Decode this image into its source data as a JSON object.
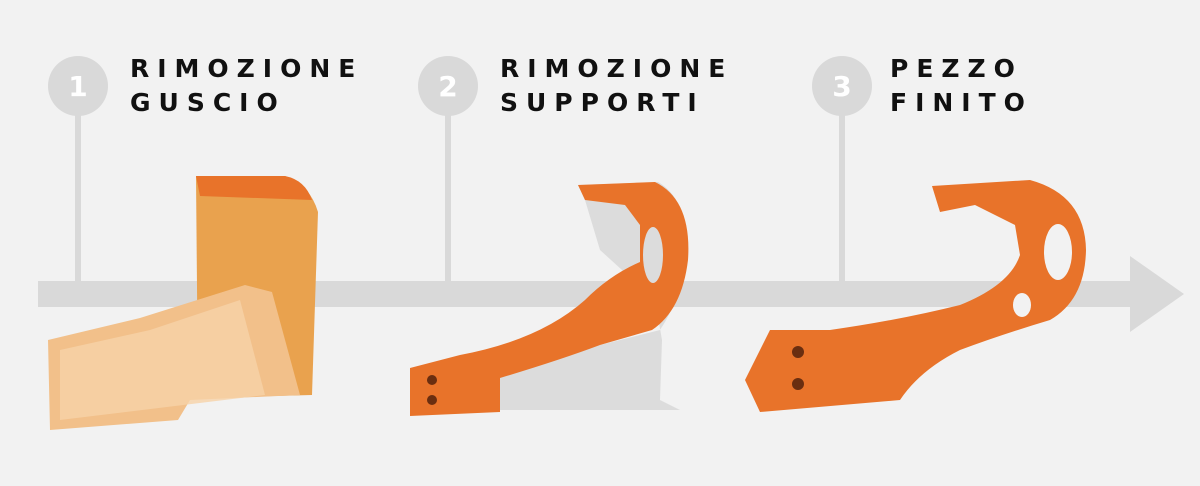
{
  "steps": [
    {
      "number": "1",
      "line1": "RIMOZIONE",
      "line2": "GUSCIO"
    },
    {
      "number": "2",
      "line1": "RIMOZIONE",
      "line2": "SUPPORTI"
    },
    {
      "number": "3",
      "line1": "PEZZO",
      "line2": "FINITO"
    }
  ],
  "colors": {
    "background": "#f2f2f2",
    "timeline": "#d9d9d9",
    "part": "#e8732a",
    "support": "#dcdcdc",
    "shell": "#f0b878"
  }
}
